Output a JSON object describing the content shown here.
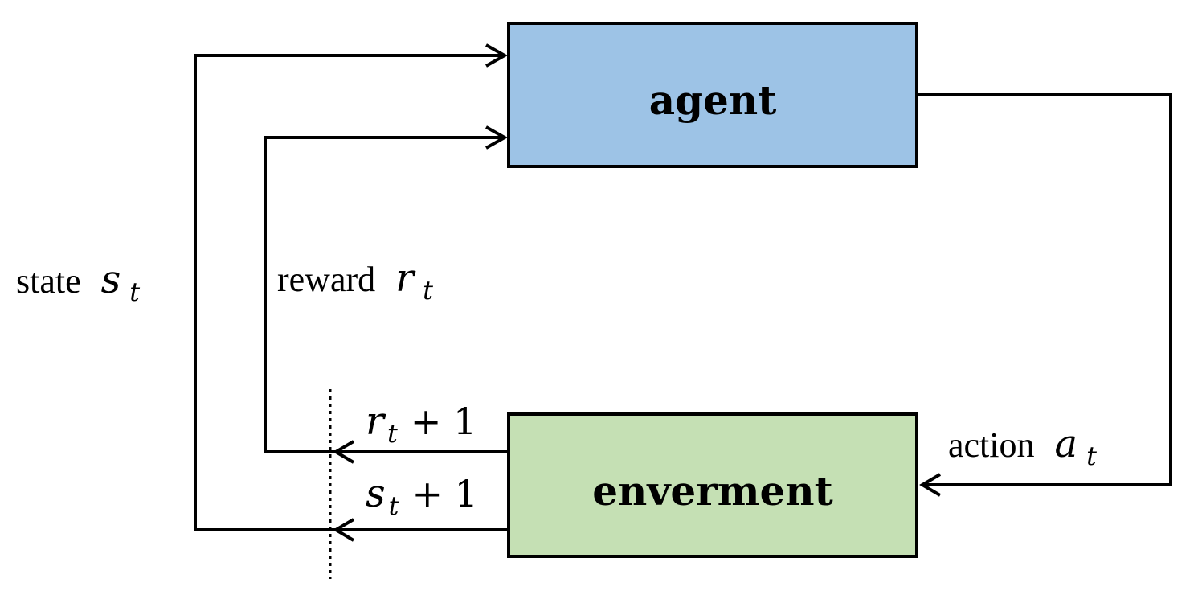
{
  "nodes": {
    "agent": {
      "label": "agent",
      "fill": "#9dc3e6"
    },
    "environment": {
      "label": "enverment",
      "fill": "#c5e0b4"
    }
  },
  "edges": {
    "state": {
      "word": "state",
      "symbol": "s",
      "sub": "t"
    },
    "reward": {
      "word": "reward",
      "symbol": "r",
      "sub": "t"
    },
    "action": {
      "word": "action",
      "symbol": "a",
      "sub": "t"
    },
    "next_reward": {
      "symbol": "r",
      "sub": "t",
      "suffix": "+ 1"
    },
    "next_state": {
      "symbol": "s",
      "sub": "t",
      "suffix": "+ 1"
    }
  }
}
